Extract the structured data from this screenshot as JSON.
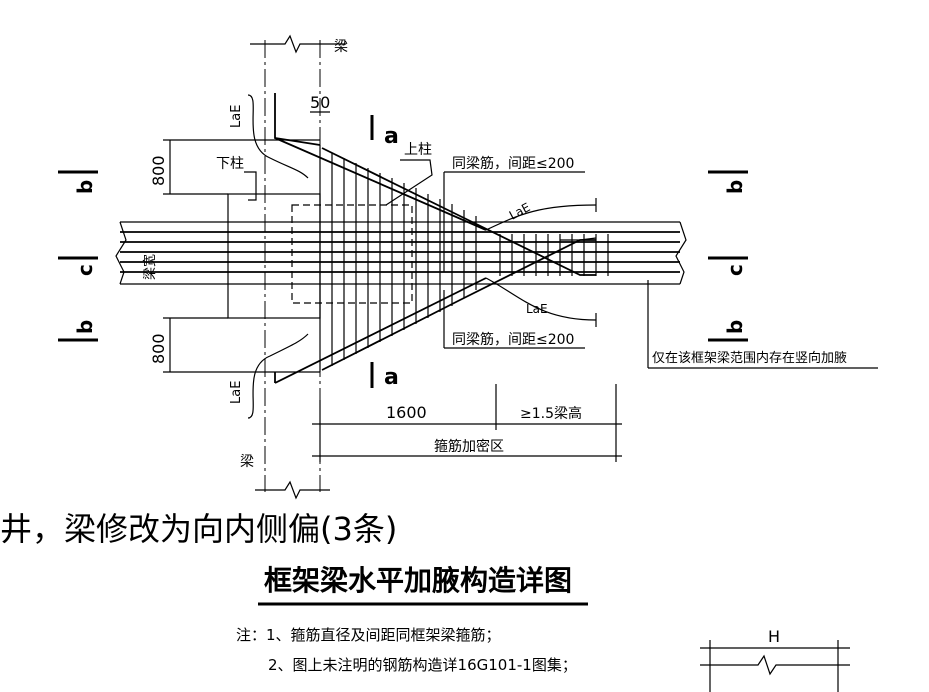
{
  "labels": {
    "beam_top": "梁",
    "beam_bottom": "梁",
    "dim_50": "50",
    "lae": "LaE",
    "lae_right_top": "LaE",
    "lae_right_bottom": "LaE",
    "dim_800_top": "800",
    "dim_800_bottom": "800",
    "lower_column": "下柱",
    "upper_column": "上柱",
    "beam_width": "梁宽",
    "section_a": "a",
    "section_b": "b",
    "section_c": "c",
    "same_rebar_top": "同梁筋，间距≤200",
    "same_rebar_bottom": "同梁筋，间距≤200",
    "only_note": "仅在该框架梁范围内存在竖向加腋",
    "dim_1600": "1600",
    "dim_beam_height": "≥1.5梁高",
    "dense_zone": "箍筋加密区",
    "dim_h": "H"
  },
  "handwritten_note": "井，梁修改为向内侧偏(3条)",
  "title": "框架梁水平加腋构造详图",
  "notes": [
    "注：1、箍筋直径及间距同框架梁箍筋；",
    "2、图上未注明的钢筋构造详16G101-1图集；"
  ]
}
